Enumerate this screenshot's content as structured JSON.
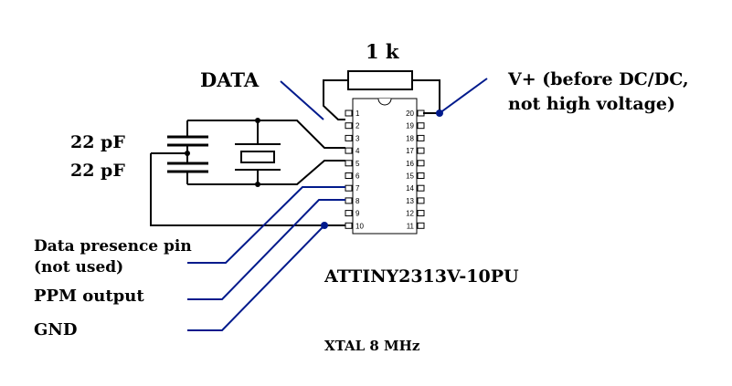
{
  "labels": {
    "resistor": "1 k",
    "data": "DATA",
    "vplus_line1": "V+ (before DC/DC,",
    "vplus_line2": "not high voltage)",
    "cap1": "22 pF",
    "cap2": "22 pF",
    "data_presence_line1": "Data presence pin",
    "data_presence_line2": "(not used)",
    "ppm_output": "PPM output",
    "gnd": "GND",
    "chip": "ATTINY2313V-10PU",
    "xtal": "XTAL 8 MHz"
  },
  "ic": {
    "left_pins": [
      "1",
      "2",
      "3",
      "4",
      "5",
      "6",
      "7",
      "8",
      "9",
      "10"
    ],
    "right_pins": [
      "20",
      "19",
      "18",
      "17",
      "16",
      "15",
      "14",
      "13",
      "12",
      "11"
    ]
  },
  "colors": {
    "wire_black": "#000000",
    "wire_blue": "#001a8c"
  }
}
